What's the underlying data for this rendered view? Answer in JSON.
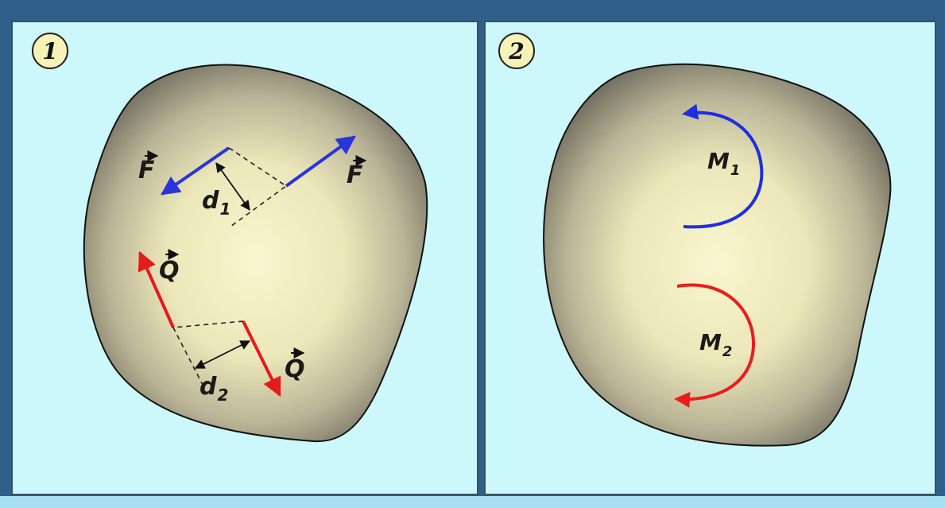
{
  "panels": [
    {
      "badge": "1",
      "labels": {
        "force_f_left": "F",
        "force_f_right": "F",
        "d1_base": "d",
        "d1_sub": "1",
        "force_q_top": "Q",
        "force_q_bottom": "Q",
        "d2_base": "d",
        "d2_sub": "2"
      }
    },
    {
      "badge": "2",
      "labels": {
        "m1_base": "M",
        "m1_sub": "1",
        "m2_base": "M",
        "m2_sub": "2"
      }
    }
  ],
  "colors": {
    "panel_background": "#ccf7fb",
    "frame": "#2d5f88",
    "body_center": "#f7f3c8",
    "body_edge": "#6f6b5e",
    "force_f": "#2b35d6",
    "force_q": "#e41b1b",
    "moment_1": "#1e2fe0",
    "moment_2": "#ec1c1c"
  },
  "icons": [
    "badge-circle-icon",
    "vector-arrow-icon",
    "curved-moment-arrow-icon"
  ]
}
